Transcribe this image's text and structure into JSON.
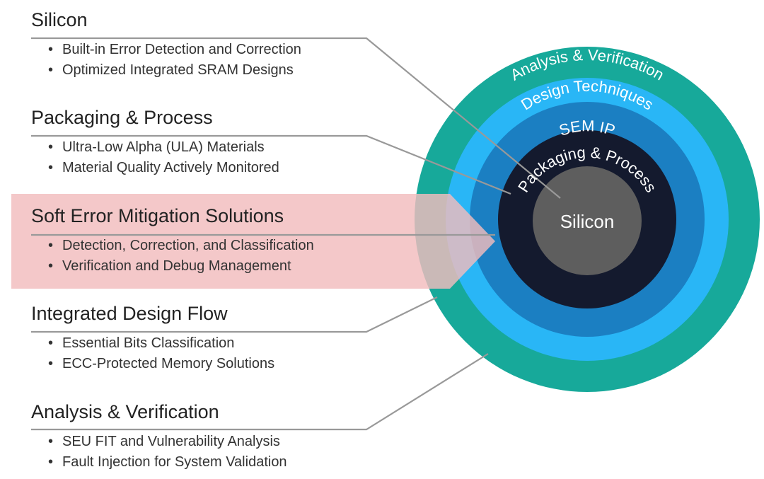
{
  "sections": [
    {
      "title": "Silicon",
      "bullets": [
        "Built-in Error Detection and Correction",
        "Optimized Integrated SRAM Designs"
      ]
    },
    {
      "title": "Packaging & Process",
      "bullets": [
        "Ultra-Low Alpha (ULA) Materials",
        "Material Quality Actively Monitored"
      ]
    },
    {
      "title": "Soft Error Mitigation Solutions",
      "bullets": [
        "Detection, Correction, and Classification",
        "Verification and Debug Management"
      ]
    },
    {
      "title": "Integrated Design Flow",
      "bullets": [
        "Essential Bits Classification",
        "ECC-Protected Memory Solutions"
      ]
    },
    {
      "title": "Analysis & Verification",
      "bullets": [
        "SEU FIT and Vulnerability Analysis",
        "Fault Injection for System Validation"
      ]
    }
  ],
  "rings": {
    "outer": "Analysis & Verification",
    "design": "Design Techniques",
    "sem": "SEM IP",
    "packaging": "Packaging & Process",
    "core": "Silicon"
  },
  "colors": {
    "outer": "#17a99a",
    "design": "#29b6f6",
    "sem": "#1b7fc2",
    "packaging": "#141a2e",
    "core": "#5e5e5e",
    "highlight": "#f2bcbd",
    "connector": "#999999"
  }
}
